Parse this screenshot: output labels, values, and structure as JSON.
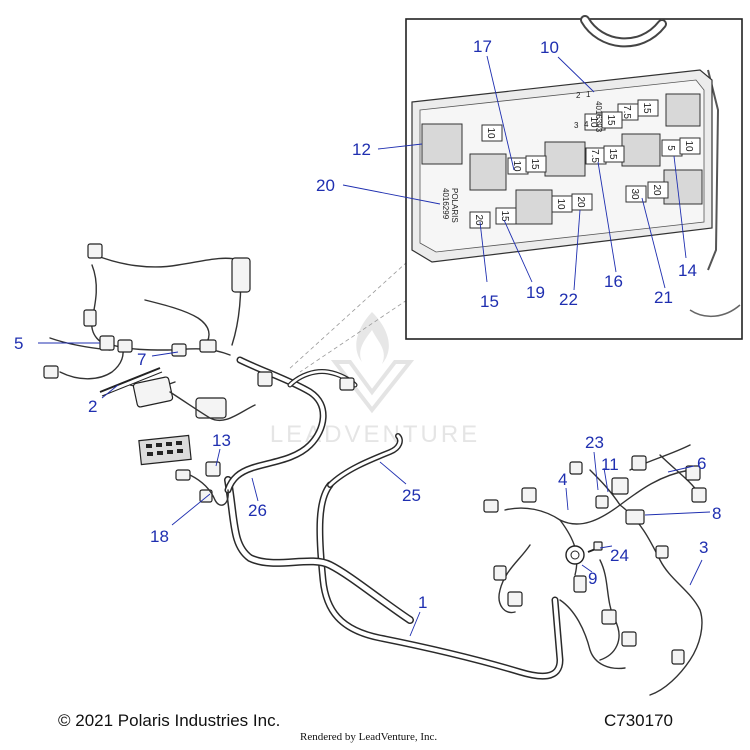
{
  "callouts": [
    {
      "label": "1"
    },
    {
      "label": "2"
    },
    {
      "label": "3"
    },
    {
      "label": "4"
    },
    {
      "label": "5"
    },
    {
      "label": "6"
    },
    {
      "label": "7"
    },
    {
      "label": "8"
    },
    {
      "label": "9"
    },
    {
      "label": "10"
    },
    {
      "label": "11"
    },
    {
      "label": "12"
    },
    {
      "label": "13"
    },
    {
      "label": "14"
    },
    {
      "label": "15"
    },
    {
      "label": "16"
    },
    {
      "label": "17"
    },
    {
      "label": "18"
    },
    {
      "label": "19"
    },
    {
      "label": "20"
    },
    {
      "label": "21"
    },
    {
      "label": "22"
    },
    {
      "label": "23"
    },
    {
      "label": "24"
    },
    {
      "label": "25"
    },
    {
      "label": "26"
    }
  ],
  "fuse_box": {
    "ratings": [
      "10",
      "7.5",
      "15",
      "10",
      "15",
      "10",
      "15",
      "7.5",
      "15",
      "5",
      "10",
      "20",
      "15",
      "10",
      "20",
      "30",
      "20"
    ],
    "relay_numbers": [
      "2",
      "1",
      "3",
      "4"
    ],
    "part_label": [
      "POLARIS",
      "4016299"
    ],
    "part_label_right": "4016393"
  },
  "watermark": {
    "text": "LEADVENTURE"
  },
  "footer": {
    "copyright": "© 2021 Polaris Industries Inc.",
    "part_number": "C730170",
    "rendered_by": "Rendered by LeadVenture, Inc."
  },
  "colors": {
    "callout": "#1f2fb0",
    "line_art": "#2a2a2a",
    "watermark": "#c8c8c8"
  }
}
